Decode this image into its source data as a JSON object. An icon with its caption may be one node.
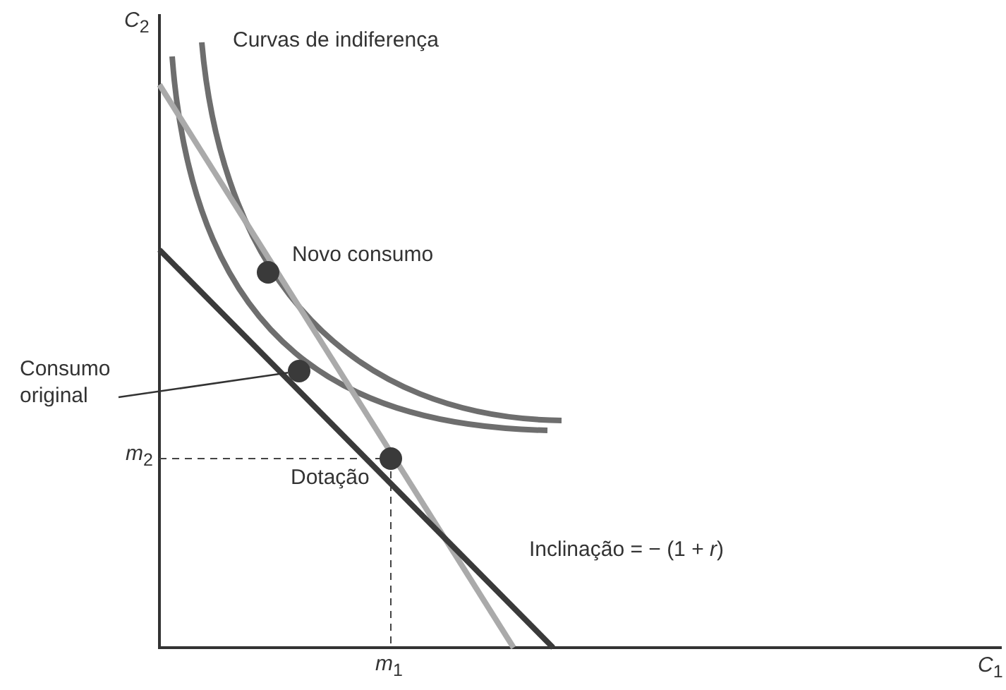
{
  "diagram": {
    "nodes": [
      {
        "text": [
          "Consumo original"
        ]
      },
      {
        "text": [],
        "shape": "circle"
      },
      {
        "text": [],
        "shape": "circle"
      },
      {
        "text": [],
        "shape": "circle"
      }
    ],
    "edges": [
      {
        "from": 0,
        "to": 1,
        "arrow": "none"
      }
    ],
    "labels": [
      "*C*$_{2}$",
      "Curvas de indiferença",
      "Novo consumo",
      "*m*$_{2}$",
      "Dotação",
      "Inclinação = − (1 + *r*)",
      "*m*$_{1}$",
      "*C*$_{1}$"
    ]
  }
}
